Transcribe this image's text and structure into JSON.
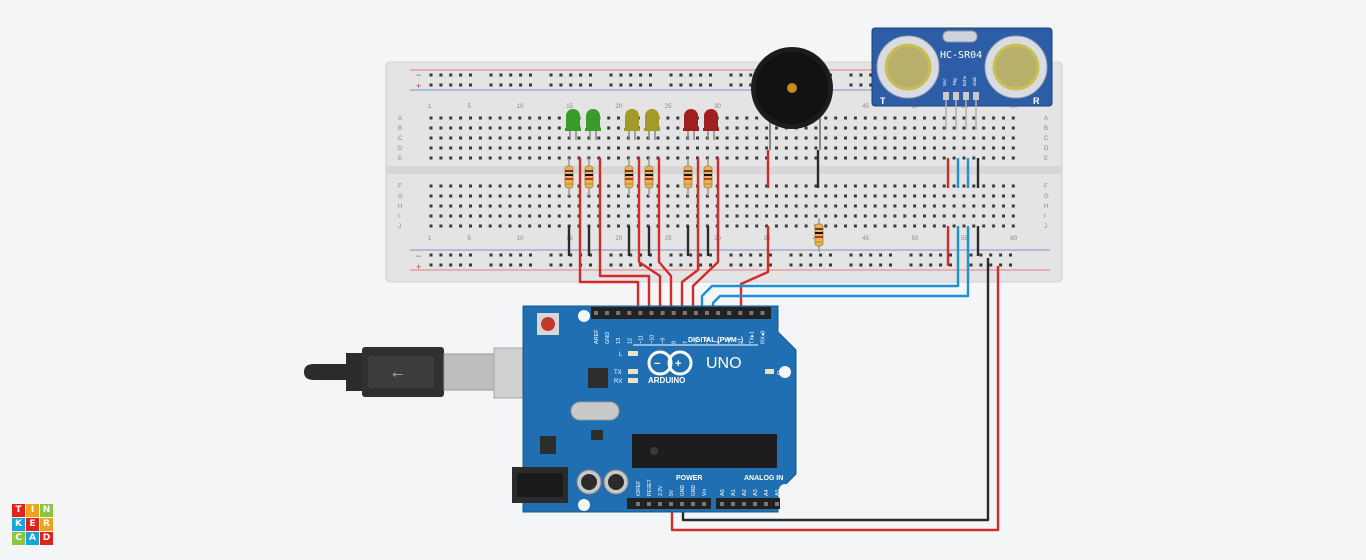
{
  "app": {
    "logo_letters": [
      "T",
      "I",
      "N",
      "K",
      "E",
      "R",
      "C",
      "A",
      "D"
    ],
    "logo_colors": [
      "#e2231a",
      "#f0a11e",
      "#8cc63e",
      "#1aa4dc",
      "#e2231a",
      "#f0a11e",
      "#8cc63e",
      "#1aa4dc",
      "#e2231a"
    ]
  },
  "breadboard": {
    "rows_top": [
      "A",
      "B",
      "C",
      "D",
      "E"
    ],
    "rows_bottom": [
      "F",
      "G",
      "H",
      "I",
      "J"
    ],
    "column_numbers": [
      "1",
      "5",
      "10",
      "15",
      "20",
      "25",
      "30",
      "35",
      "40",
      "45",
      "50",
      "55",
      "60"
    ],
    "rail_plus": "+",
    "rail_minus": "−"
  },
  "leds": [
    {
      "color": "#3a9b2a",
      "name": "green"
    },
    {
      "color": "#3a9b2a",
      "name": "green"
    },
    {
      "color": "#a39a2a",
      "name": "yellow"
    },
    {
      "color": "#a39a2a",
      "name": "yellow"
    },
    {
      "color": "#a21f1f",
      "name": "red"
    },
    {
      "color": "#a21f1f",
      "name": "red"
    }
  ],
  "sensor": {
    "title": "HC-SR04",
    "pins": [
      "Vcc",
      "Trig",
      "Echo",
      "Gnd"
    ],
    "left_mark": "T",
    "right_mark": "R"
  },
  "arduino": {
    "model": "UNO",
    "brand": "ARDUINO",
    "digital_label": "DIGITAL (PWM~)",
    "power_label": "POWER",
    "analog_label": "ANALOG IN",
    "on_label": "ON",
    "l_label": "L",
    "tx_label": "TX",
    "rx_label": "RX",
    "digital_pins": [
      "AREF",
      "GND",
      "13",
      "12",
      "~11",
      "~10",
      "~9",
      "8",
      "7",
      "~6",
      "~5",
      "4",
      "~3",
      "2",
      "TX▸1",
      "RX◂0"
    ],
    "power_pins": [
      "IOREF",
      "RESET",
      "3.3V",
      "5V",
      "GND",
      "GND",
      "Vin"
    ],
    "analog_pins": [
      "A0",
      "A1",
      "A2",
      "A3",
      "A4",
      "A5"
    ]
  },
  "colors": {
    "wire_red": "#d42a2a",
    "wire_black": "#2b2b2b",
    "wire_blue": "#1e90d0",
    "board_blue": "#1f6fb2",
    "breadboard": "#e3e3e3"
  }
}
